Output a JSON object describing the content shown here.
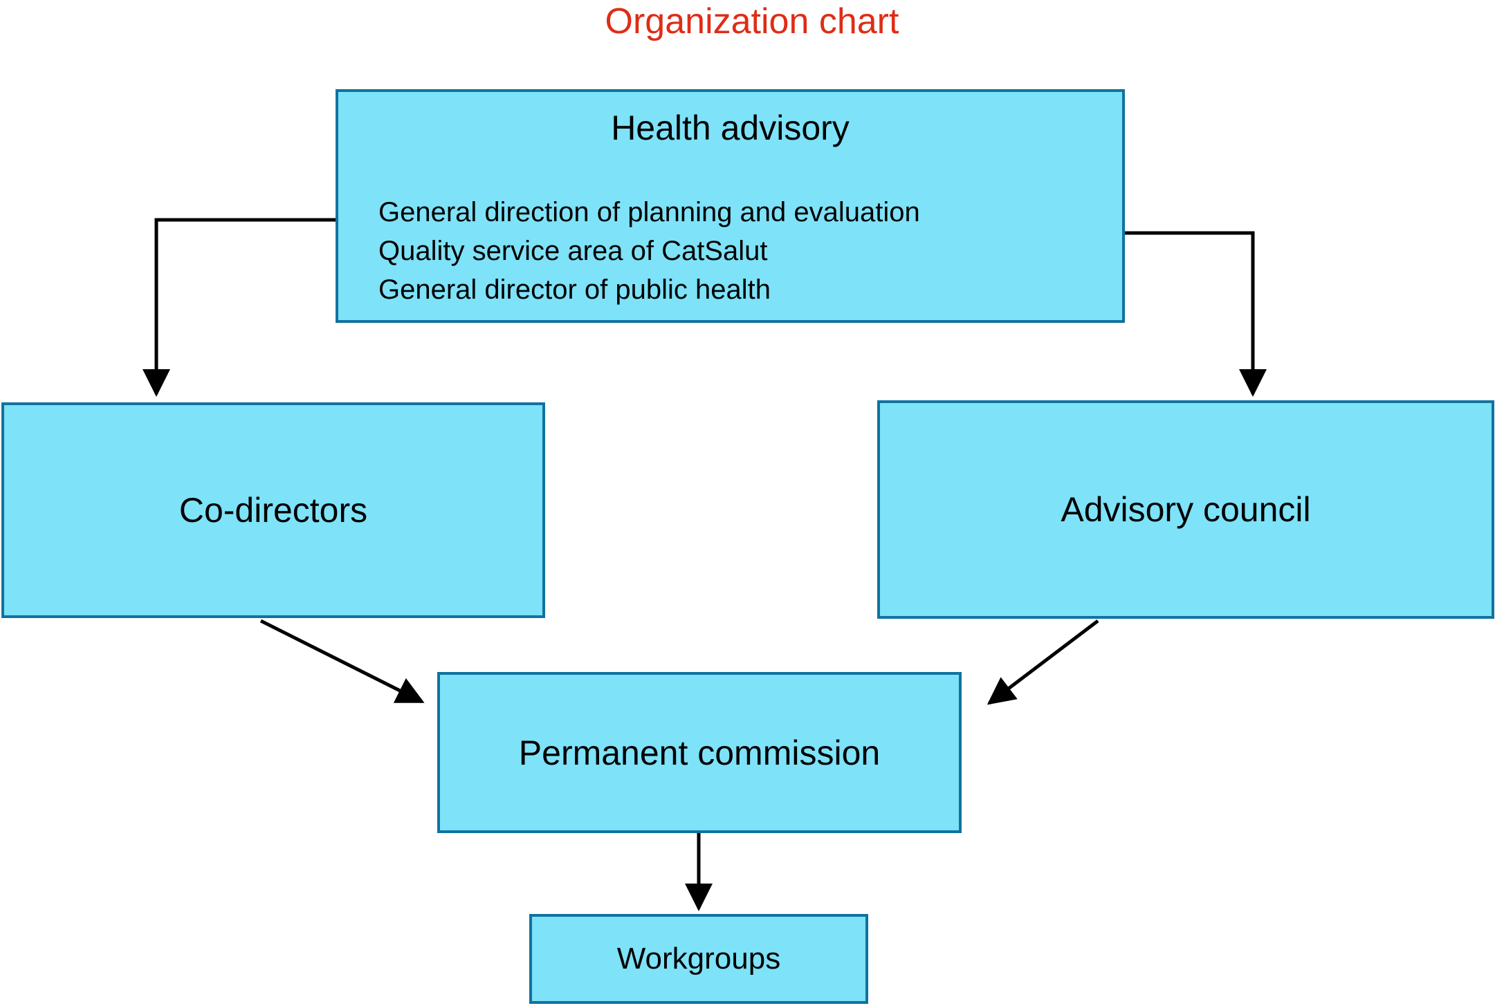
{
  "title": {
    "text": "Organization chart"
  },
  "colors": {
    "background": "#ffffff",
    "node_fill": "#7ee2f8",
    "node_border": "#1172a0",
    "title_red": "#de2d17",
    "line_black": "#000000",
    "text": "#000000"
  },
  "nodes": {
    "health_advisory": {
      "title": "Health advisory",
      "lines": [
        "General direction of planning and evaluation",
        "Quality service area of CatSalut",
        "General director of public health"
      ]
    },
    "co_directors": {
      "label": "Co-directors"
    },
    "advisory_council": {
      "label": "Advisory council"
    },
    "permanent_commission": {
      "label": "Permanent commission"
    },
    "workgroups": {
      "label": "Workgroups"
    }
  }
}
